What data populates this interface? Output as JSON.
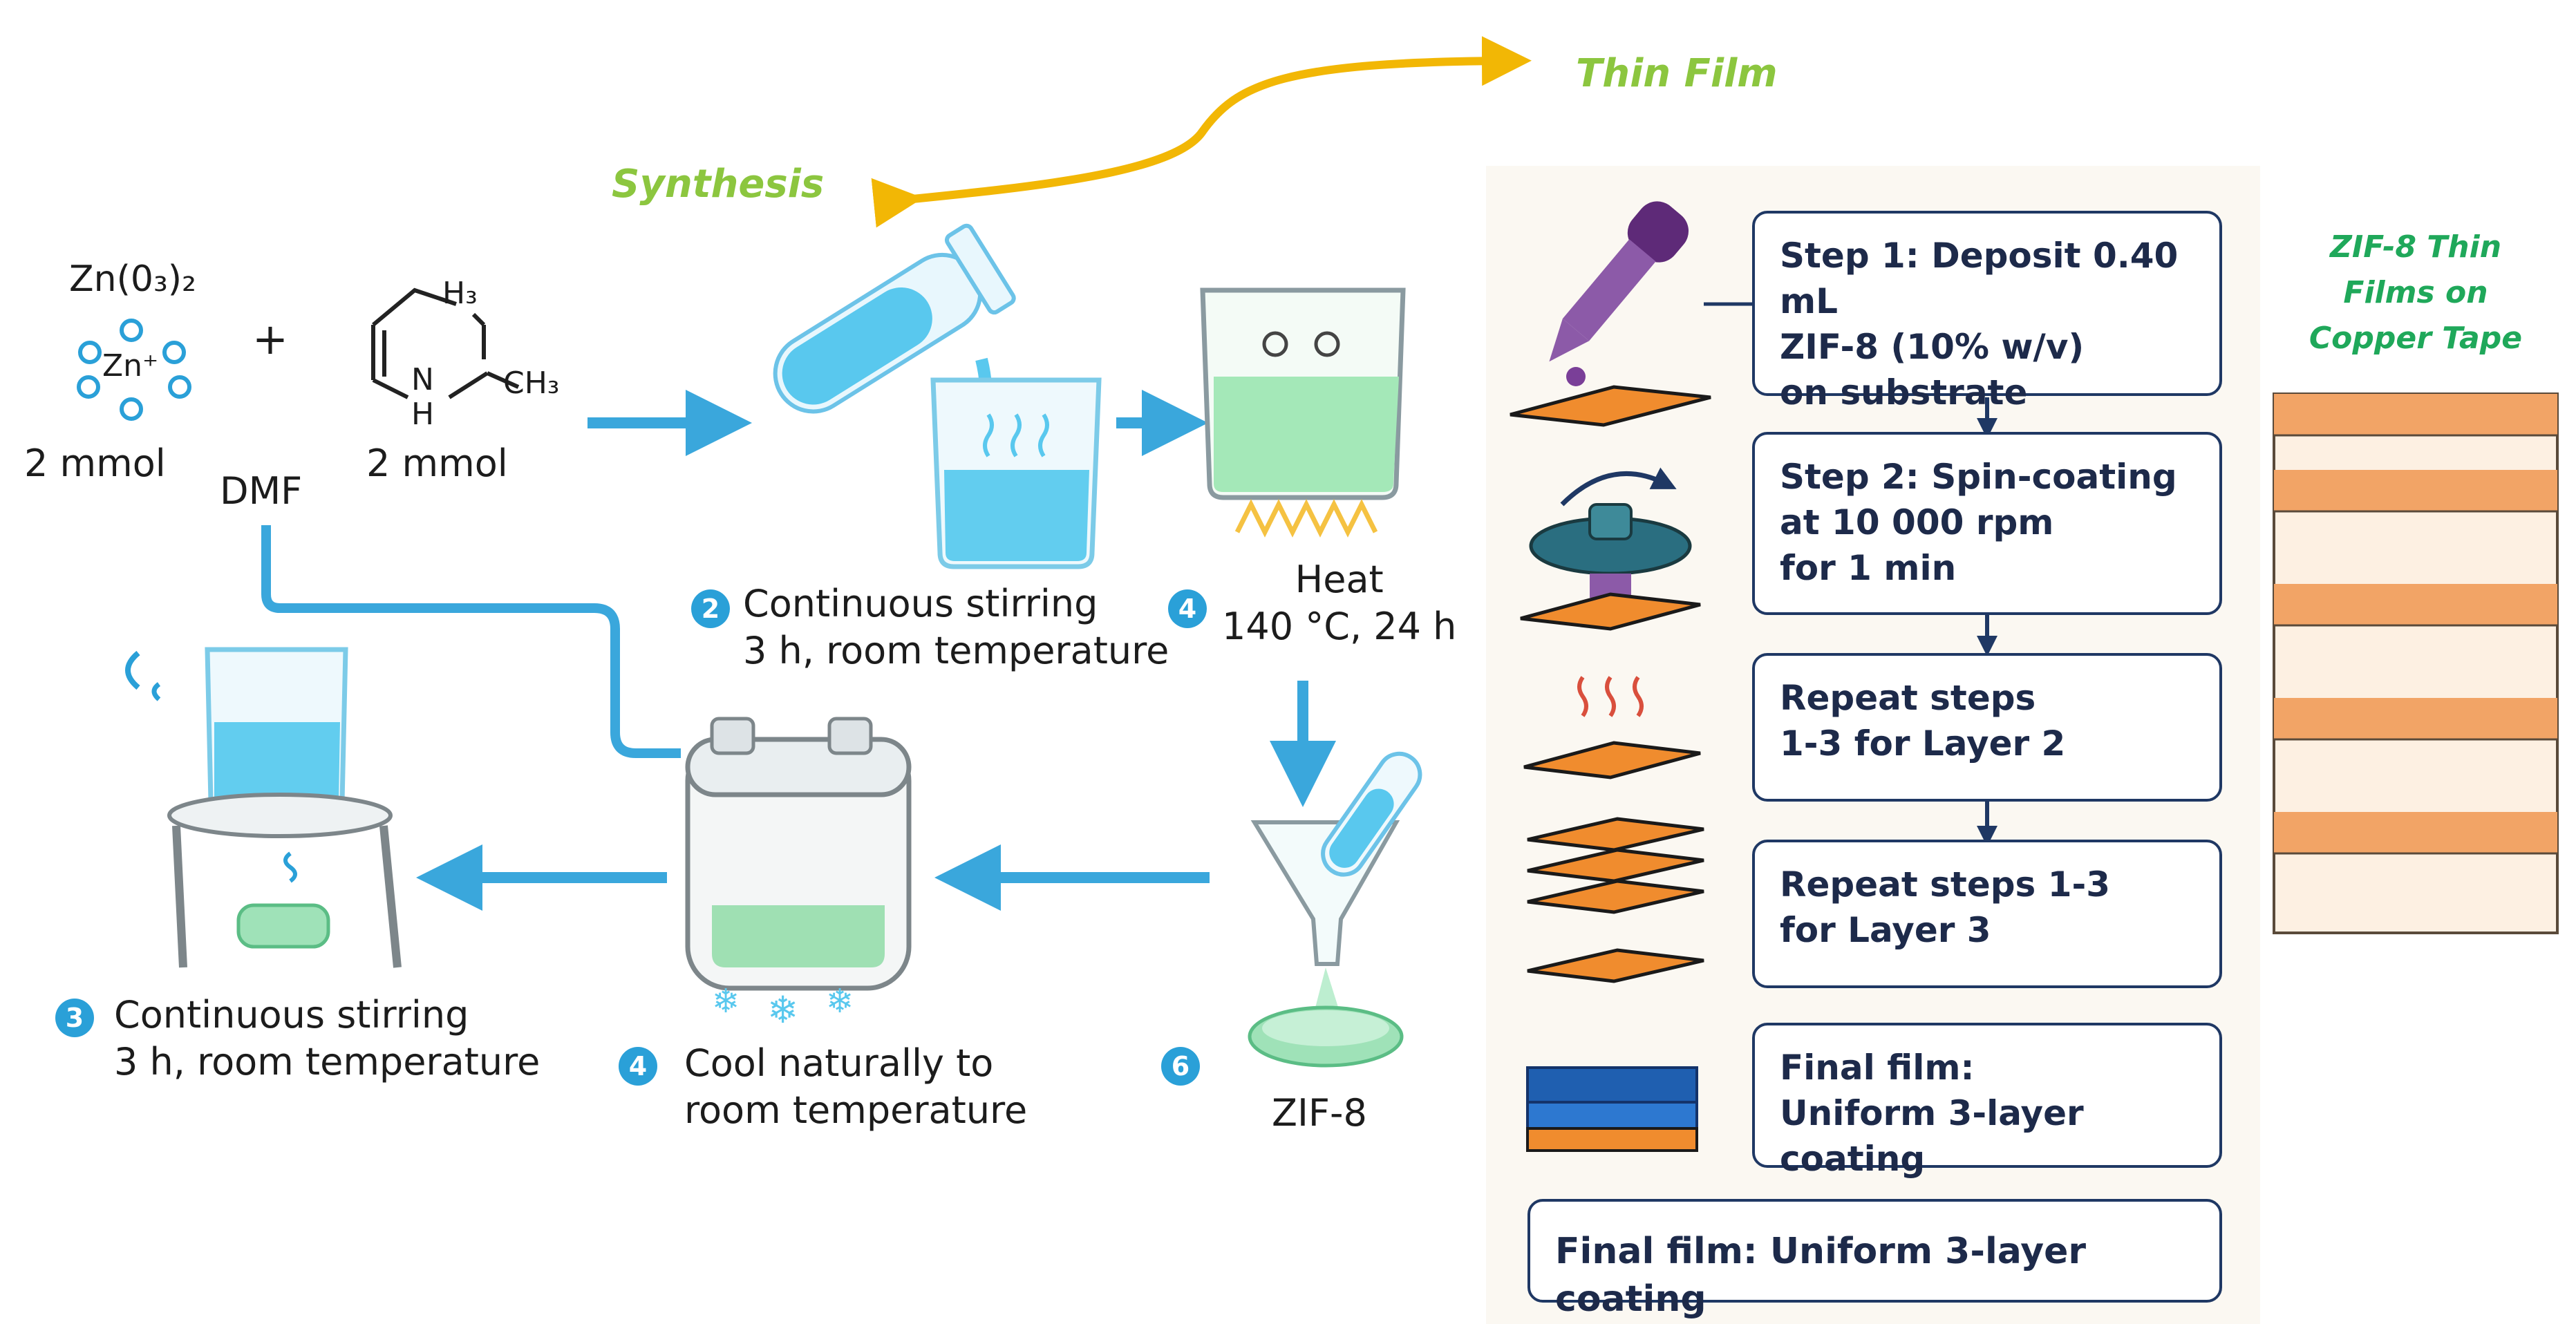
{
  "headers": {
    "synthesis": "Synthesis",
    "thin_film": "Thin Film"
  },
  "reactants": {
    "zinc_formula": "Zn(0₃)₂",
    "zinc_center": "Zn⁺",
    "zinc_amount": "2 mmol",
    "plus": "+",
    "solvent": "DMF",
    "ligand_h3": "H₃",
    "ligand_nh": "N",
    "ligand_h": "H",
    "ligand_ch3": "CH₃",
    "ligand_amount": "2 mmol"
  },
  "synthesis_steps": [
    {
      "number": "2",
      "text": "Continuous stirring\n3 h, room temperature"
    },
    {
      "number": "4",
      "text": "Heat\n140 °C, 24 h"
    },
    {
      "number": "6",
      "text": "ZIF-8"
    },
    {
      "number": "4",
      "text": "Cool naturally to\nroom temperature"
    },
    {
      "number": "3",
      "text": "Continuous stirring\n3 h, room temperature"
    }
  ],
  "thin_film_steps": [
    {
      "text": "Step 1: Deposit 0.40 mL\nZIF-8 (10% w/v)\non substrate"
    },
    {
      "text": "Step 2: Spin-coating\nat 10 000 rpm\nfor 1 min"
    },
    {
      "text": "Repeat steps\n1-3 for Layer 2"
    },
    {
      "text": "Repeat steps 1-3\nfor Layer 3"
    },
    {
      "text": "Final film:\nUniform 3-layer coating"
    }
  ],
  "final_banner": "Final film: Uniform 3-layer coating",
  "result_panel": {
    "title": "ZIF-8 Thin\nFilms on\nCopper Tape"
  },
  "colors": {
    "arrow": "#3aa7dc",
    "orange": "#f08c2e",
    "navy": "#1f3864",
    "yellow_arrow": "#f2b705",
    "green_title": "#8cc63f",
    "result_green": "#1fa85a"
  }
}
